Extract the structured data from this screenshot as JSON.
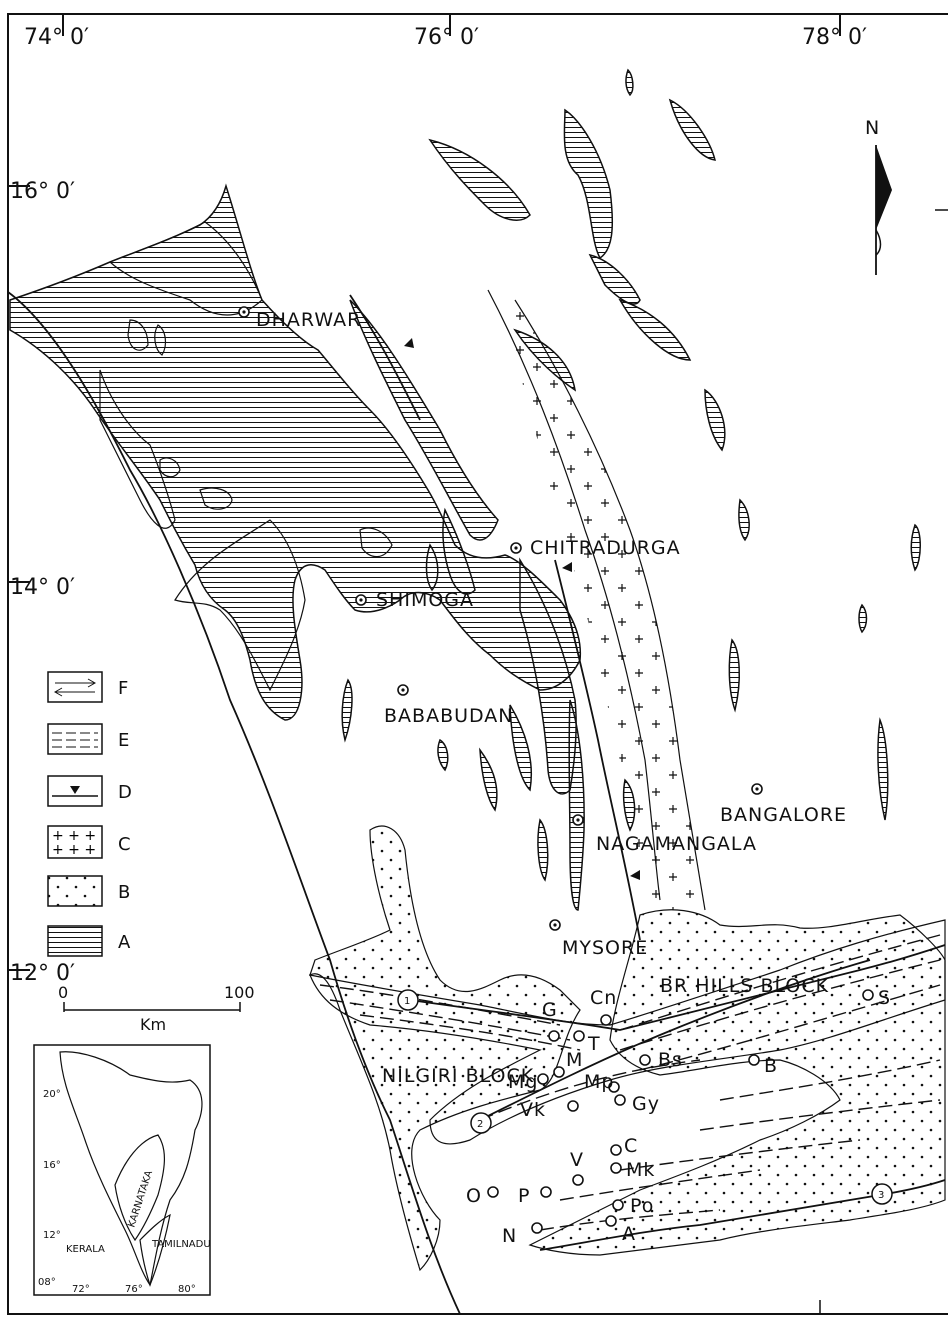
{
  "coords": {
    "lon74": "74° 0′",
    "lon76": "76° 0′",
    "lon78": "78° 0′",
    "lat16": "16° 0′",
    "lat14": "14° 0′",
    "lat12": "12° 0′"
  },
  "north_label": "N",
  "towns": {
    "dharwar": "DHARWAR",
    "chitradurga": "CHITRADURGA",
    "shimoga": "SHIMOGA",
    "bababudan": "BABABUDAN",
    "bangalore": "BANGALORE",
    "nagamangala": "NAGAMANGALA",
    "mysore": "MYSORE"
  },
  "blocks": {
    "br_hills": "BR HILLS BLOCK",
    "nilgiri": "NILGIRI BLOCK"
  },
  "localities": {
    "G": "G",
    "Cn": "Cn",
    "T": "T",
    "M": "M",
    "Mg": "Mg",
    "Mp": "Mp",
    "Bs": "Bs",
    "B": "B",
    "S": "S",
    "Vk": "Vk",
    "Gy": "Gy",
    "C": "C",
    "V": "V",
    "Mk": "Mk",
    "O": "O",
    "P": "P",
    "Po": "Po",
    "N": "N",
    "A": "A"
  },
  "shear_zones": [
    "1",
    "2",
    "3"
  ],
  "legend": [
    {
      "key": "F"
    },
    {
      "key": "E"
    },
    {
      "key": "D"
    },
    {
      "key": "C"
    },
    {
      "key": "B"
    },
    {
      "key": "A"
    }
  ],
  "scale": {
    "zero": "0",
    "max": "100",
    "unit": "Km"
  },
  "inset": {
    "lat20": "20°",
    "lat16": "16°",
    "lat12": "12°",
    "lat08": "08°",
    "lon72": "72°",
    "lon76": "76°",
    "lon80": "80°",
    "karnataka": "KARNATAKA",
    "kerala": "KERALA",
    "tamilnadu": "TAMILNADU"
  }
}
